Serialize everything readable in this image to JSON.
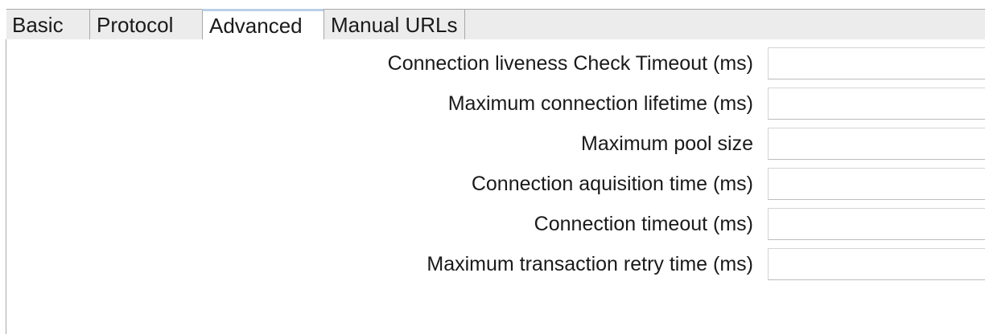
{
  "tabs": [
    {
      "label": "Basic",
      "active": false
    },
    {
      "label": "Protocol",
      "active": false
    },
    {
      "label": "Advanced",
      "active": true
    },
    {
      "label": "Manual URLs",
      "active": false
    }
  ],
  "fields": [
    {
      "label": "Connection liveness Check Timeout (ms)",
      "value": ""
    },
    {
      "label": "Maximum connection lifetime (ms)",
      "value": ""
    },
    {
      "label": "Maximum pool size",
      "value": ""
    },
    {
      "label": "Connection aquisition time (ms)",
      "value": ""
    },
    {
      "label": "Connection timeout (ms)",
      "value": ""
    },
    {
      "label": "Maximum transaction retry time (ms)",
      "value": ""
    }
  ]
}
